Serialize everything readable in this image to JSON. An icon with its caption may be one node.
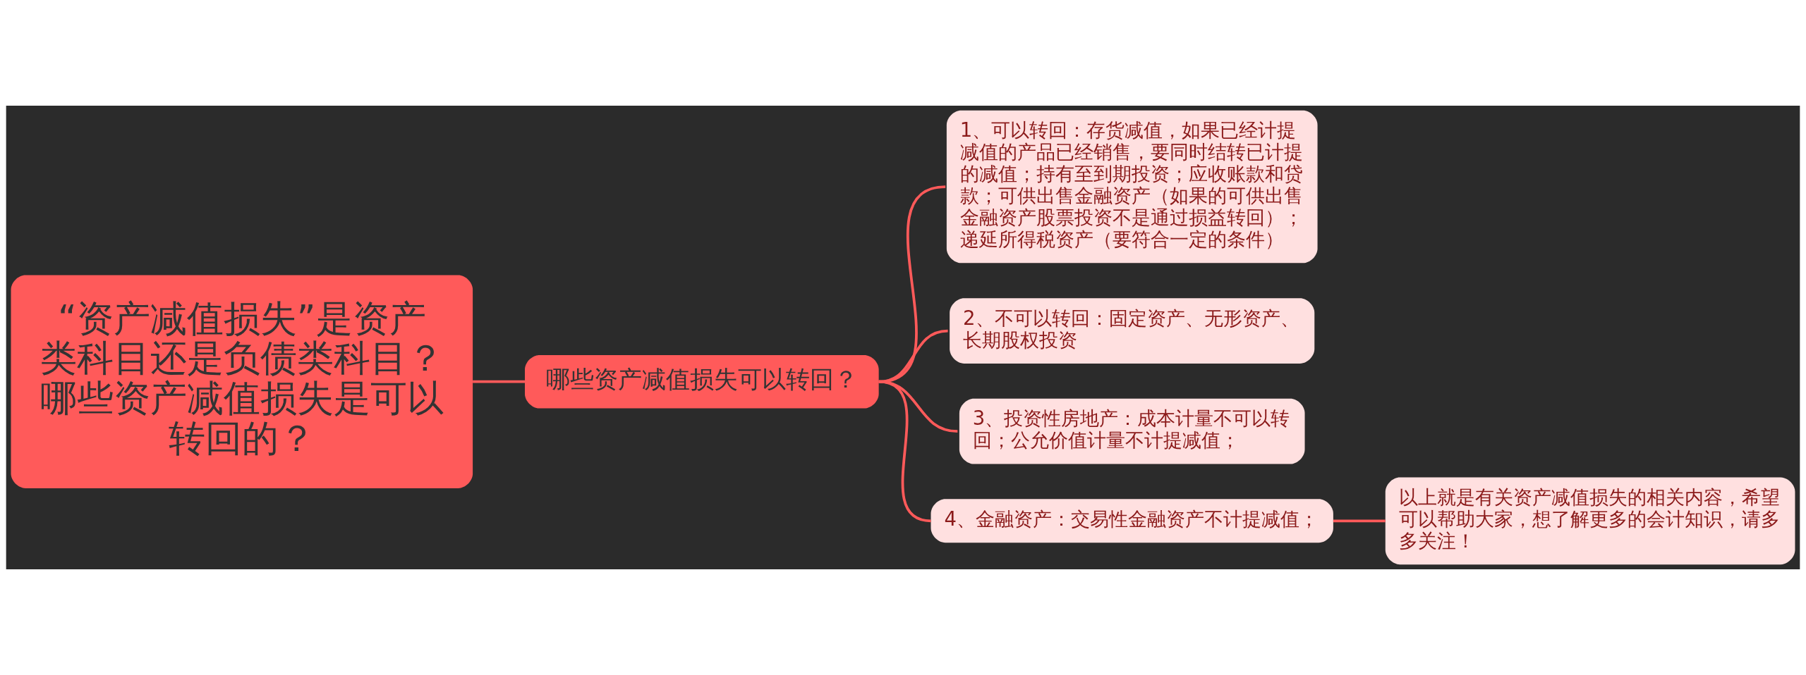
{
  "diagram": {
    "nodes": [
      {
        "text": [
          "“资产减值损失”是资产类科目还是负债类科目？哪些资产减值损失是可以转回的？"
        ]
      },
      {
        "text": [
          "哪些资产减值损失可以转回？"
        ]
      },
      {
        "text": [
          "1、可以转回：存货减值，如果已经计提减值的产品已经销售，要同时结转已计提的减值；持有至到期投资；应收账款和贷款；可供出售金融资产（如果的可供出售金融资产股票投资不是通过损益转回）；递延所得税资产（要符合一定的条件）"
        ]
      },
      {
        "text": [
          "2、不可以转回：固定资产、无形资产、长期股权投资"
        ]
      },
      {
        "text": [
          "3、投资性房地产：成本计量不可以转回；公允价值计量不计提减值；"
        ]
      },
      {
        "text": [
          "4、金融资产：交易性金融资产不计提减值；"
        ]
      },
      {
        "text": [
          "以上就是有关资产减值损失的相关内容，希望可以帮助大家，想了解更多的会计知识，请多多关注！"
        ]
      }
    ],
    "edges": [
      {
        "from": 0,
        "to": 1,
        "arrow": "none"
      },
      {
        "from": 1,
        "to": 2,
        "arrow": "none"
      },
      {
        "from": 1,
        "to": 3,
        "arrow": "none"
      },
      {
        "from": 1,
        "to": 4,
        "arrow": "none"
      },
      {
        "from": 1,
        "to": 5,
        "arrow": "none"
      },
      {
        "from": 5,
        "to": 6,
        "arrow": "none"
      }
    ]
  }
}
